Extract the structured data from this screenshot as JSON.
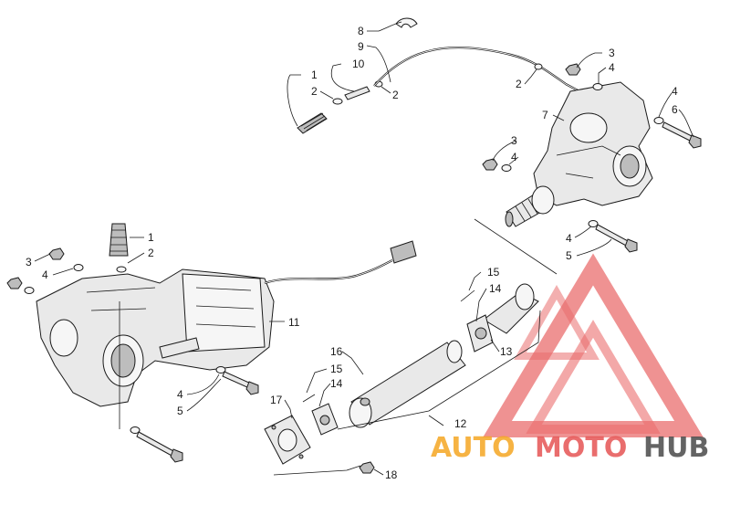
{
  "colors": {
    "line": "#1a1a1a",
    "part_fill": "#e9e9e9",
    "watermark_red": "#e65454",
    "watermark_orange": "#f5a623",
    "watermark_gray": "#4a4a4a"
  },
  "callouts": {
    "c1a": "1",
    "c2a": "2",
    "c10": "10",
    "c9": "9",
    "c8": "8",
    "c2b": "2",
    "c2c": "2",
    "c3a": "3",
    "c4a": "4",
    "c4b": "4",
    "c6": "6",
    "c7": "7",
    "c3b": "3",
    "c4c": "4",
    "c4d": "4",
    "c5a": "5",
    "c1b": "1",
    "c2d": "2",
    "c3c": "3",
    "c4e": "4",
    "c11": "11",
    "c15a": "15",
    "c14a": "14",
    "c13": "13",
    "c16": "16",
    "c15b": "15",
    "c14b": "14",
    "c17": "17",
    "c12": "12",
    "c18": "18",
    "c4f": "4",
    "c5b": "5"
  },
  "watermark": {
    "part1": "AUTO",
    "part2": "MOTO",
    "part3": "HUB",
    "icon": "triangle-logo-icon"
  }
}
